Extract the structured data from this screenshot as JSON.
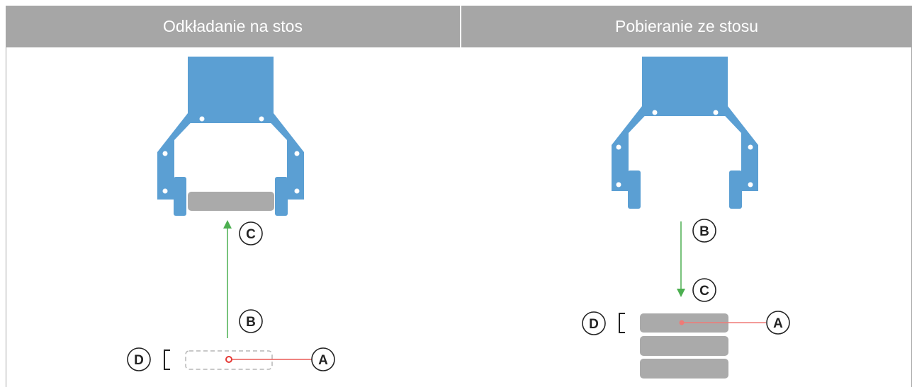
{
  "table": {
    "columns": [
      {
        "title": "Odkładanie na stos"
      },
      {
        "title": "Pobieranie ze stosu"
      }
    ]
  },
  "left_panel": {
    "callouts": {
      "a": "A",
      "b": "B",
      "c": "C",
      "d": "D"
    }
  },
  "right_panel": {
    "callouts": {
      "a": "A",
      "b": "B",
      "c": "C",
      "d": "D"
    }
  },
  "colors": {
    "header_bg": "#a6a6a6",
    "gripper_blue": "#5b9fd3",
    "part_gray": "#aaaaaa",
    "motion_arrow_green": "#4caf50",
    "reference_point_red": "#e53935"
  },
  "icons": {
    "gripper": "robot-gripper-icon",
    "stack": "stacked-parts-icon"
  }
}
